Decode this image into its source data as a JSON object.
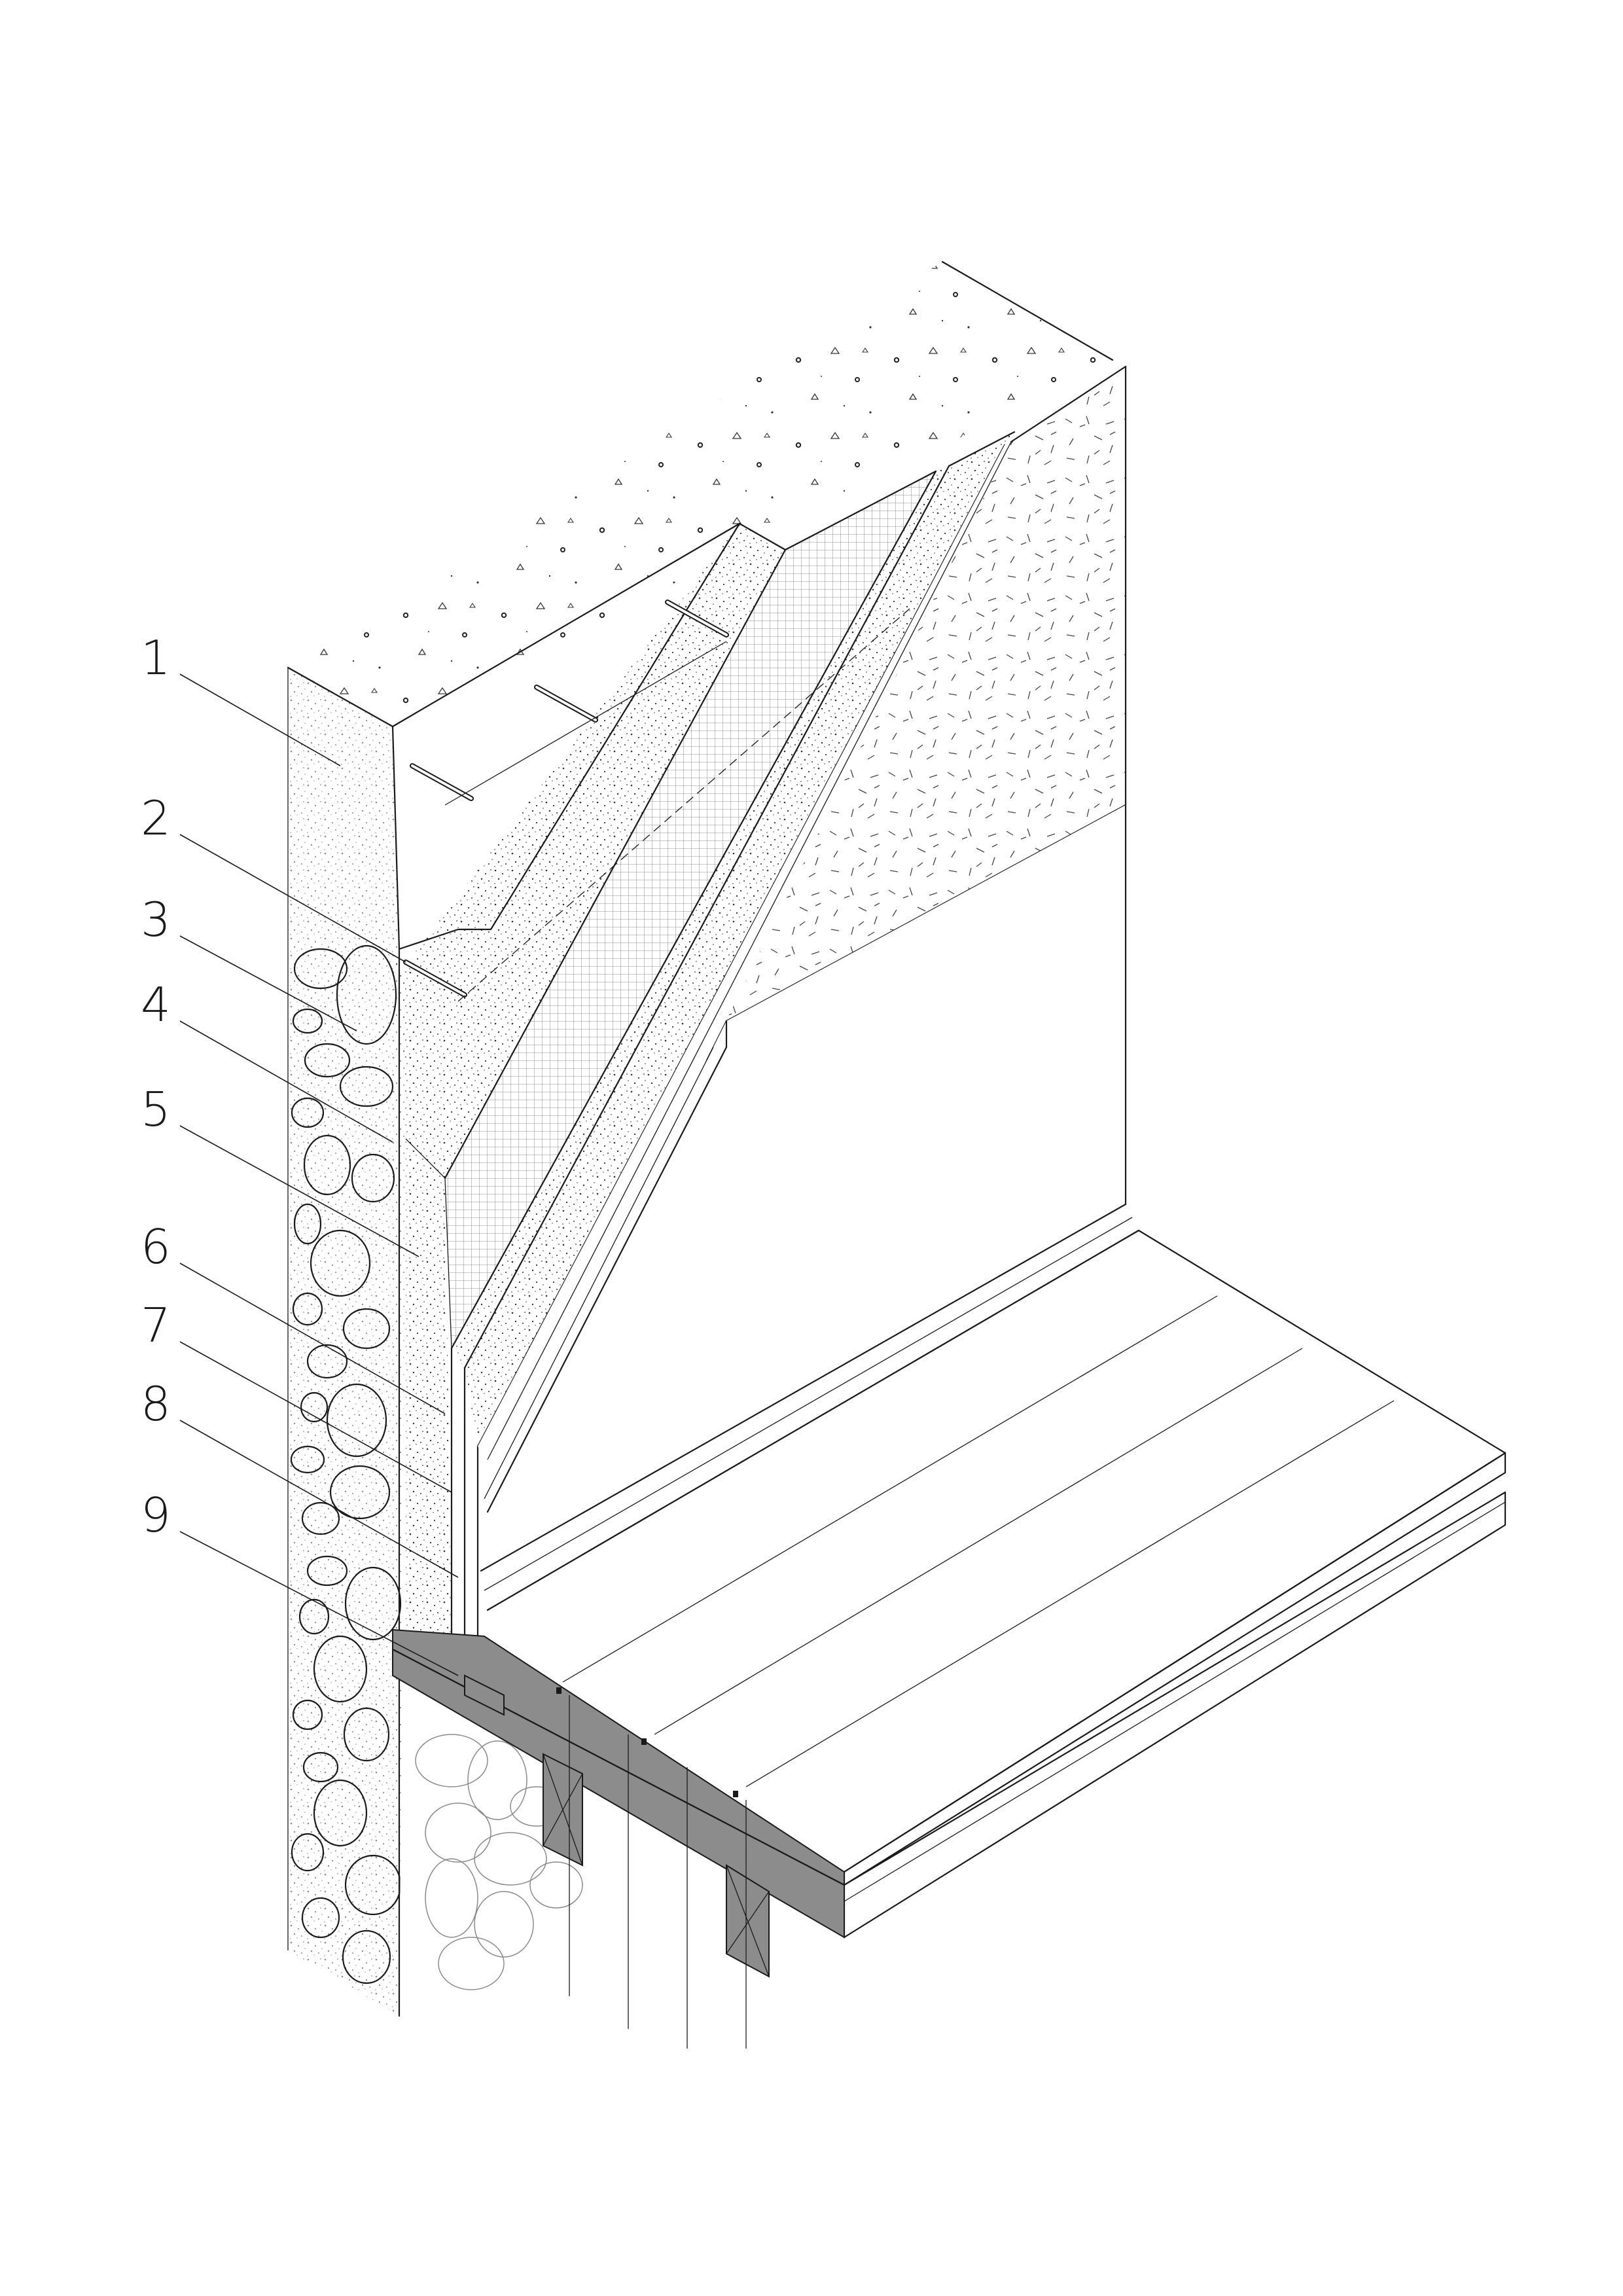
{
  "callouts": [
    {
      "label": "1"
    },
    {
      "label": "2"
    },
    {
      "label": "3"
    },
    {
      "label": "4"
    },
    {
      "label": "5"
    },
    {
      "label": "6"
    },
    {
      "label": "7"
    },
    {
      "label": "8"
    },
    {
      "label": "9"
    }
  ],
  "colors": {
    "ink": "#1a1a1a",
    "light_ink": "#8a8a8a",
    "timber_gray": "#8c8c8c",
    "background": "#ffffff"
  }
}
